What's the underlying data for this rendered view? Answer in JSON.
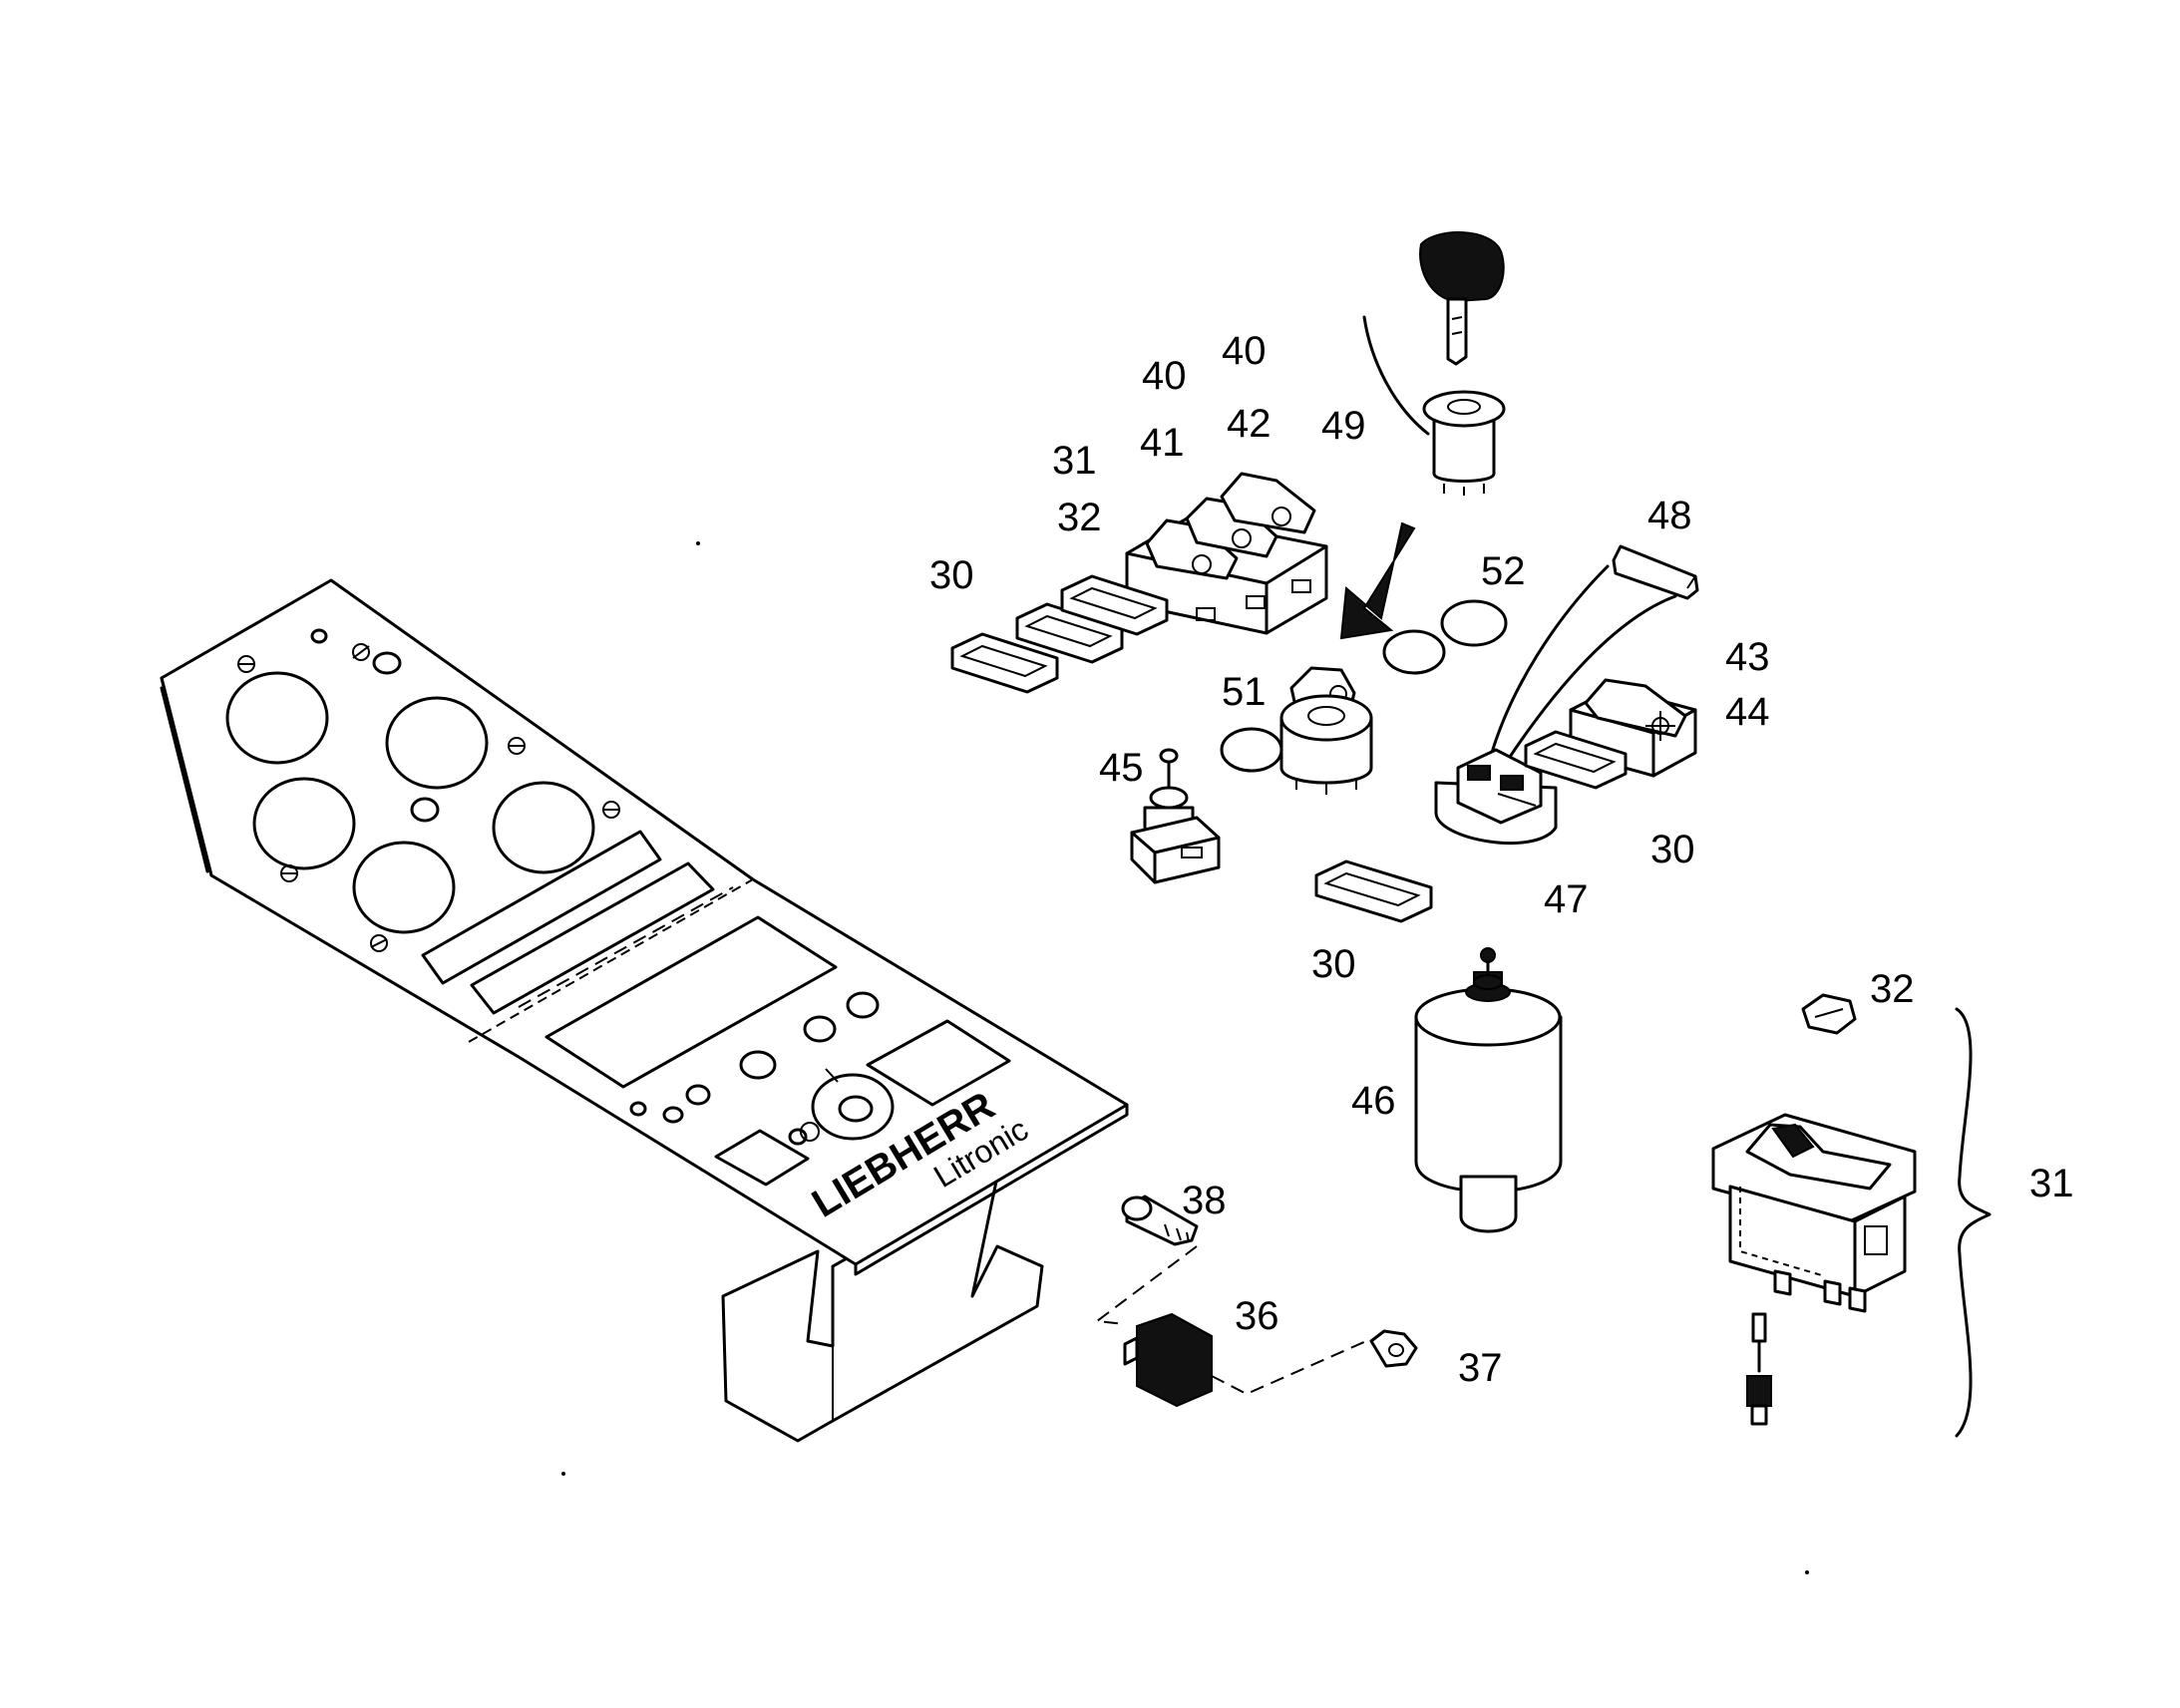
{
  "panel": {
    "brand_name": "LIEBHERR",
    "brand_sub": "Litronic"
  },
  "callouts": {
    "c40a": "40",
    "c40b": "40",
    "c31a": "31",
    "c41": "41",
    "c42": "42",
    "c49": "49",
    "c32a": "32",
    "c30a": "30",
    "c48": "48",
    "c52": "52",
    "c43": "43",
    "c44": "44",
    "c51": "51",
    "c45": "45",
    "c30b": "30",
    "c47": "47",
    "c30c": "30",
    "c32b": "32",
    "c46": "46",
    "c31b": "31",
    "c38": "38",
    "c36": "36",
    "c37": "37"
  }
}
